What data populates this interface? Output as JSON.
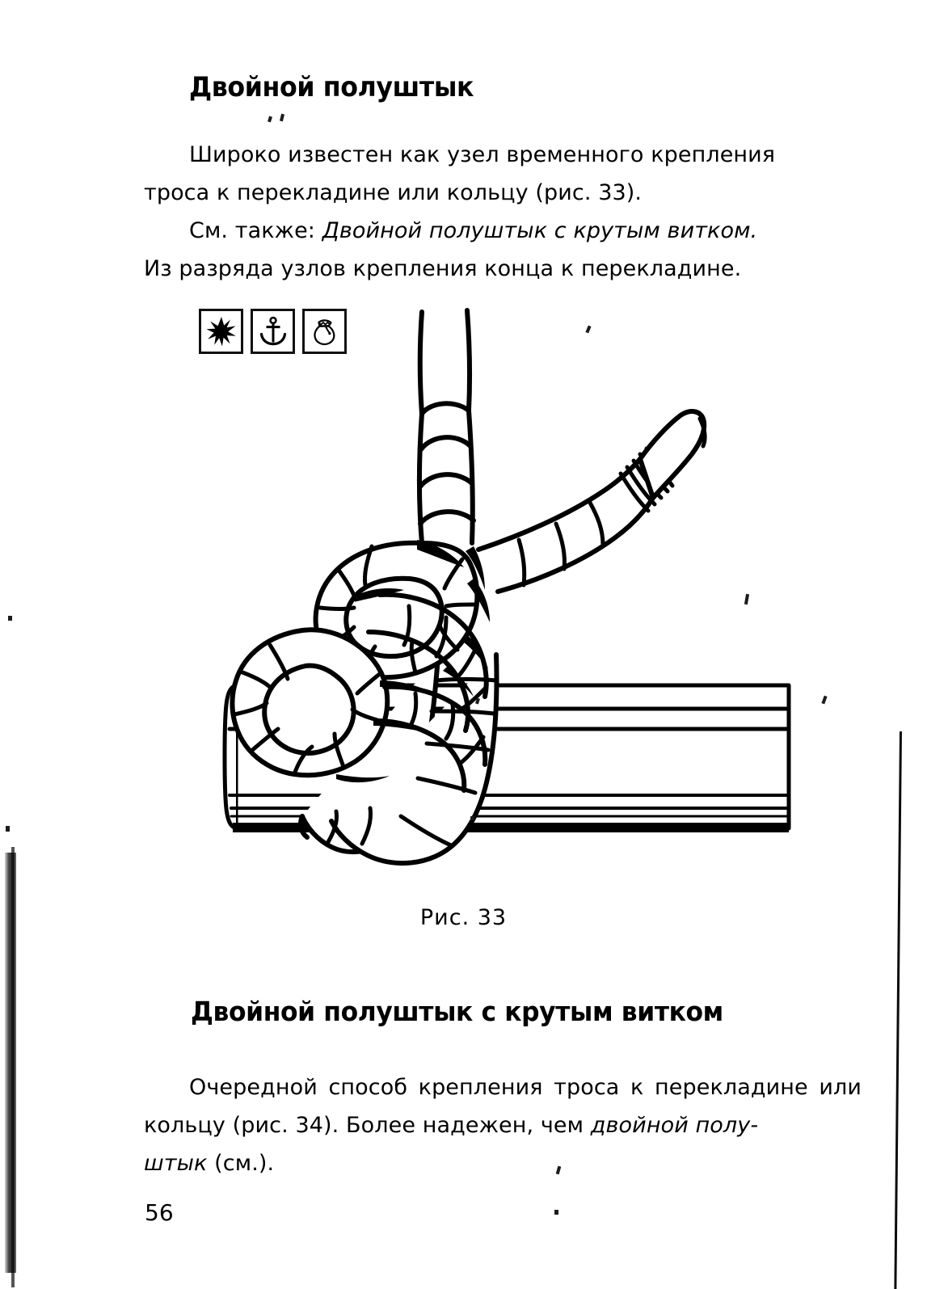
{
  "page": {
    "number": "56",
    "language": "ru"
  },
  "sections": [
    {
      "heading": "Двойной полуштык",
      "paragraphs": [
        "Широко известен как узел временного крепления троса к перекладине или кольцу (рис. 33).",
        "См. также: Двойной полуштык с крутым витком. Из разряда узлов крепления конца к перекладине."
      ]
    },
    {
      "heading": "Двойной полуштык с крутым витком",
      "paragraphs": [
        "Очередной способ крепления троса к перекладине или кольцу (рис. 34). Более надежен, чем двойной полуштык (см.)."
      ]
    }
  ],
  "text": {
    "heading_1": "Двойной полуштык",
    "heading_2": "Двойной полуштык с крутым витком",
    "para_1_line_1": "Широко известен как узел временного крепления",
    "para_1_line_2": "троса к перекладине или кольцу (рис. 33).",
    "para_2_line_1_plain": "См. также: ",
    "para_2_line_1_italic": "Двойной полуштык с крутым витком.",
    "para_2_line_2": "Из разряда узлов крепления конца к перекладине.",
    "para_3_line_1": "Очередной способ крепления троса к перекладине",
    "para_3_line_2_a": "или кольцу (рис. 34). Более надежен, чем ",
    "para_3_line_2_italic": "двойной полу-",
    "para_3_line_3_italic": "штык",
    "para_3_line_3_b": " (см.).",
    "figure_caption": "Рис. 33",
    "page_number": "56"
  },
  "icons": [
    {
      "name": "star-burst-icon",
      "label": "star"
    },
    {
      "name": "anchor-icon",
      "label": "anchor"
    },
    {
      "name": "money-bag-icon",
      "label": "bag"
    }
  ],
  "figure": {
    "caption": "Рис. 33",
    "alt": "Двойной полуштык — узел на перекладине",
    "ink_color": "#000000",
    "paper_color": "#ffffff"
  },
  "colors": {
    "ink": "#000000",
    "paper": "#ffffff",
    "artifact": "#1a1a1a"
  }
}
